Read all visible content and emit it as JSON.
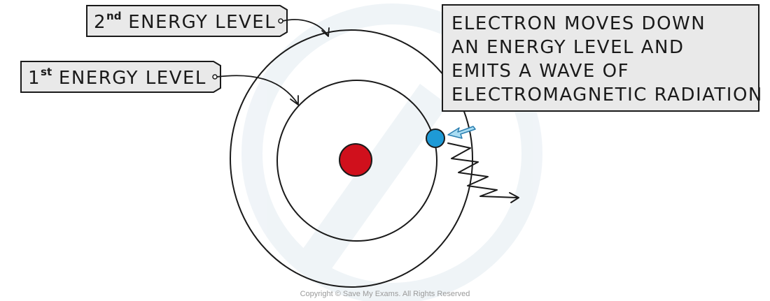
{
  "labels": {
    "second_level": {
      "main_1": "2",
      "sup": "nd",
      "main_2": " ENERGY LEVEL"
    },
    "first_level": {
      "main_1": "1",
      "sup": "st",
      "main_2": " ENERGY LEVEL"
    }
  },
  "note": {
    "lines": [
      "ELECTRON MOVES DOWN",
      "AN ENERGY LEVEL AND",
      "EMITS A WAVE OF",
      "ELECTROMAGNETIC RADIATION"
    ]
  },
  "footer": {
    "copyright": "Copyright © Save My Exams. All Rights Reserved"
  },
  "colors": {
    "label_fill": "#e9e9e9",
    "nucleus": "#d0101c",
    "electron": "#1e9ad6",
    "arrow_fill": "#a9dcf2",
    "arrow_stroke": "#2b7fb0",
    "line": "#1a1a1a",
    "watermark": "#eef3f7"
  },
  "icons": {
    "nucleus": "red-circle",
    "electron": "blue-circle",
    "emission": "wavy-arrow-icon",
    "transition": "arrow-icon"
  }
}
